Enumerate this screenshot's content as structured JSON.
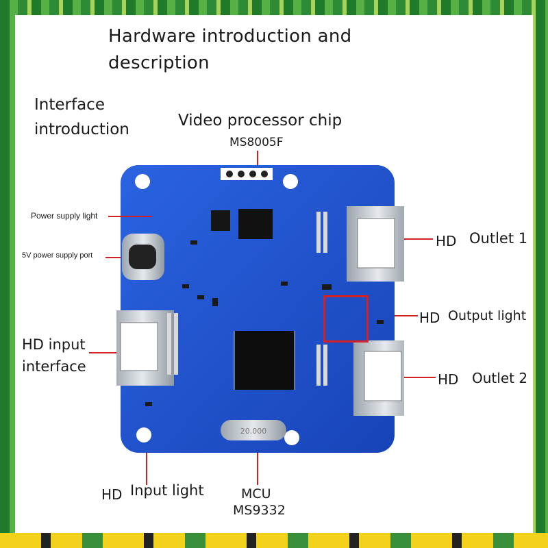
{
  "title_lines": [
    "Hardware introduction and",
    "description"
  ],
  "interface_lines": [
    "Interface",
    "introduction"
  ],
  "video_chip": {
    "label": "Video processor chip",
    "model": "MS8005F"
  },
  "power_light": "Power supply light",
  "power_port": "5V power supply port",
  "hd_input": [
    "HD input",
    "interface"
  ],
  "outlet1": {
    "prefix": "HD",
    "label": "Outlet 1"
  },
  "output_light": {
    "prefix": "HD",
    "label": "Output light"
  },
  "outlet2": {
    "prefix": "HD",
    "label": "Outlet 2"
  },
  "input_light": {
    "prefix": "HD",
    "label": "Input light"
  },
  "mcu": {
    "label": "MCU",
    "model": "MS9332"
  },
  "chip_marking": "20.000",
  "colors": {
    "board": "#1f4fd0",
    "annotation": "#d42020",
    "background": "#ffffff"
  }
}
